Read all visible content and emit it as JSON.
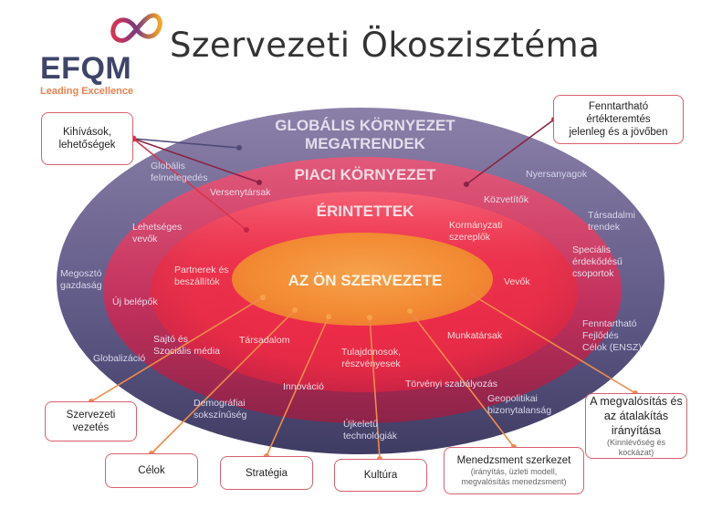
{
  "header": {
    "title": "Szervezeti Ökoszisztéma",
    "logo": {
      "name": "EFQM",
      "tagline": "Leading Excellence",
      "icon": "infinity-loop-icon"
    }
  },
  "rings": {
    "global": {
      "label_line1": "GLOBÁLIS KÖRNYEZET",
      "label_line2": "MEGATRENDEK",
      "color": "#6e6592"
    },
    "market": {
      "label": "PIACI KÖRNYEZET",
      "color": "#c8365f"
    },
    "stakeholders": {
      "label": "ÉRINTETTEK",
      "color": "#ec2e45"
    },
    "organization": {
      "label": "AZ ÖN SZERVEZETE",
      "color": "#f28a33"
    }
  },
  "global_items": [
    {
      "text": "Globális\nfelmelegedés",
      "line1": "Globális",
      "line2": "felmelegedés"
    },
    {
      "line1": "Nyersanyagok"
    },
    {
      "line1": "Társadalmi",
      "line2": "trendek"
    },
    {
      "line1": "Megosztó",
      "line2": "gazdaság"
    },
    {
      "line1": "Globalizáció"
    },
    {
      "line1": "Fenntartható",
      "line2": "Fejlődés",
      "line3": "Célok (ENSZ)"
    },
    {
      "line1": "Demográfiai",
      "line2": "sokszínűség"
    },
    {
      "line1": "Újkeletű",
      "line2": "technológiák"
    },
    {
      "line1": "Geopolitikai",
      "line2": "bizonytalanság"
    }
  ],
  "market_items": [
    {
      "line1": "Versenytársak"
    },
    {
      "line1": "Közvetítők"
    },
    {
      "line1": "Lehetséges",
      "line2": "vevők"
    },
    {
      "line1": "Speciális",
      "line2": "érdekődésű",
      "line3": "csoportok"
    },
    {
      "line1": "Új belépők"
    },
    {
      "line1": "Sajtó és",
      "line2": "Szociális média"
    },
    {
      "line1": "Innováció"
    },
    {
      "line1": "Törvényi szabályozás"
    }
  ],
  "stakeholder_items": [
    {
      "line1": "Kormányzati",
      "line2": "szereplők"
    },
    {
      "line1": "Partnerek és",
      "line2": "beszállítók"
    },
    {
      "line1": "Vevők"
    },
    {
      "line1": "Társadalom"
    },
    {
      "line1": "Munkatársak"
    },
    {
      "line1": "Tulajdonosok,",
      "line2": "részvényesek"
    }
  ],
  "callouts": {
    "challenges": {
      "line1": "Kihívások,",
      "line2": "lehetőségek"
    },
    "sustainable": {
      "line1": "Fenntartható",
      "line2": "értékteremtés",
      "line3": "jelenleg és a jövőben"
    },
    "leadership": {
      "line1": "Szervezeti",
      "line2": "vezetés"
    },
    "goals": {
      "line1": "Célok"
    },
    "strategy": {
      "line1": "Stratégia"
    },
    "culture": {
      "line1": "Kultúra"
    },
    "management": {
      "line1": "Menedzsment szerkezet",
      "sub1": "(irányítás, üzleti modell,",
      "sub2": "megvalósítás menedzsment)"
    },
    "execution": {
      "line1": "A megvalósítás és",
      "line2": "az átalakítás",
      "line3": "irányítása",
      "sub1": "(Kinnlévőség és",
      "sub2": "kockázat)"
    }
  },
  "colors": {
    "callout_border": "#d8606f",
    "connector_orange": "#f08a4b",
    "connector_red": "#d8344e",
    "connector_purple": "#5a4a7a"
  }
}
